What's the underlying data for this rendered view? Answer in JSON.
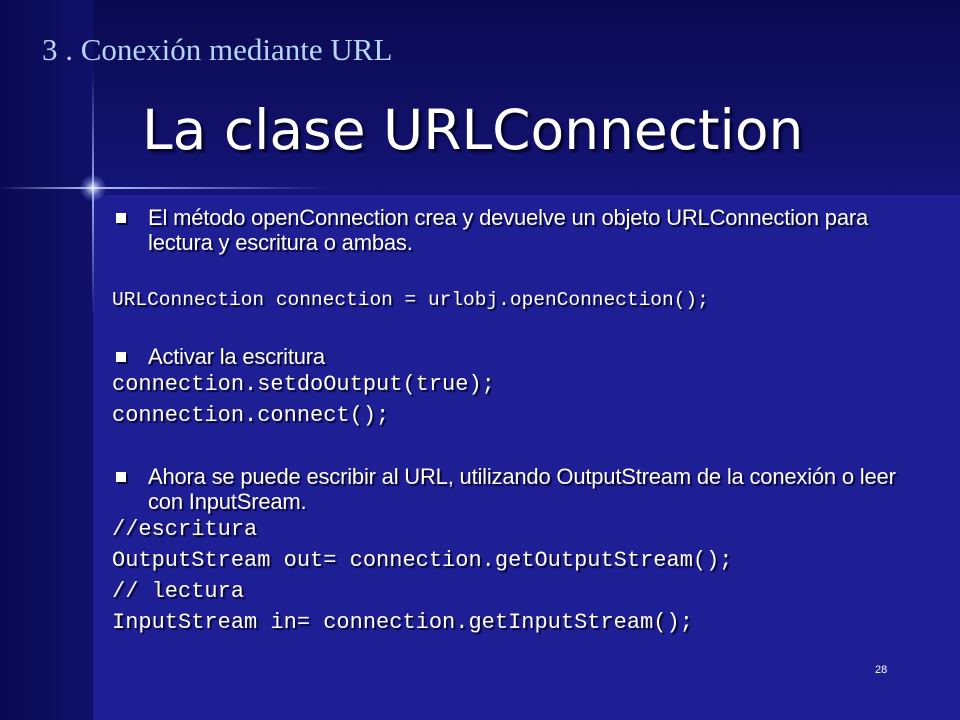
{
  "slide": {
    "section_title": "3 . Conexión mediante URL",
    "title": "La clase URLConnection",
    "bullets": [
      {
        "text": "El método openConnection crea y devuelve un objeto URLConnection para lectura y escritura o ambas."
      },
      {
        "text": "Activar la escritura"
      },
      {
        "text": "Ahora se puede escribir al URL, utilizando OutputStream de la conexión o leer con InputSream."
      }
    ],
    "code": {
      "line1": "URLConnection connection = urlobj.openConnection();",
      "line2": "connection.setdoOutput(true);",
      "line3": "connection.connect();",
      "line4": "//escritura",
      "line5": "OutputStream out= connection.getOutputStream();",
      "line6": "// lectura",
      "line7": "InputStream in= connection.getInputStream();"
    },
    "page_number": "28"
  },
  "colors": {
    "background": "#1f1f95",
    "top_band": "#0e0e60",
    "section_title": "#b8d6f2",
    "text": "#ffffff"
  }
}
